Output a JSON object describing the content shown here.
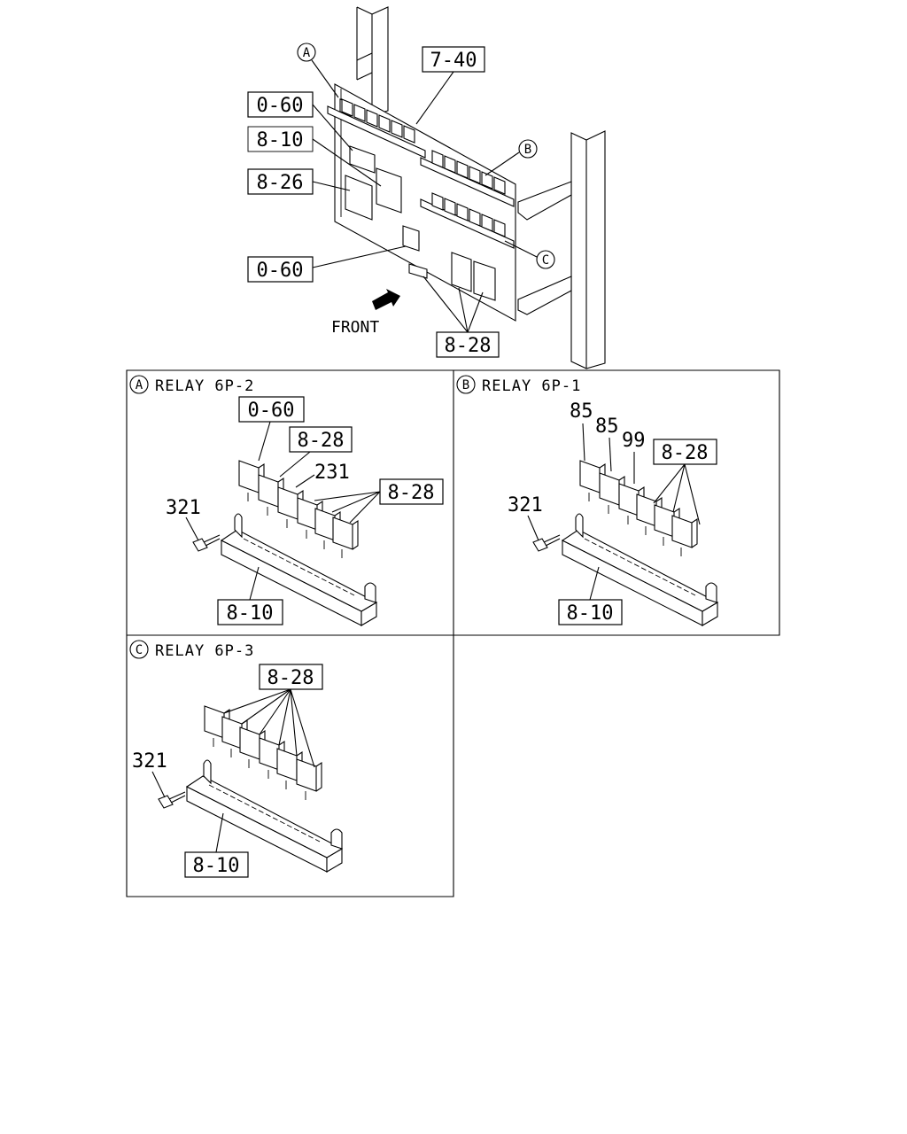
{
  "overview": {
    "markers": {
      "a": "A",
      "b": "B",
      "c": "C"
    },
    "callouts": {
      "panel": "7-40",
      "top_relay": "0-60",
      "relay_8_10": "8-10",
      "relay_8_26": "8-26",
      "lower_relay": "0-60",
      "relays_8_28": "8-28"
    },
    "front_label": "FRONT"
  },
  "detail_a": {
    "marker": "A",
    "title": "RELAY 6P-2",
    "labels": {
      "top": "0-60",
      "mid": "8-28",
      "num_231": "231",
      "right": "8-28",
      "bolt": "321",
      "bracket": "8-10"
    }
  },
  "detail_b": {
    "marker": "B",
    "title": "RELAY 6P-1",
    "labels": {
      "n85a": "85",
      "n85b": "85",
      "n99": "99",
      "relays": "8-28",
      "bolt": "321",
      "bracket": "8-10"
    }
  },
  "detail_c": {
    "marker": "C",
    "title": "RELAY 6P-3",
    "labels": {
      "relays": "8-28",
      "bolt": "321",
      "bracket": "8-10"
    }
  }
}
